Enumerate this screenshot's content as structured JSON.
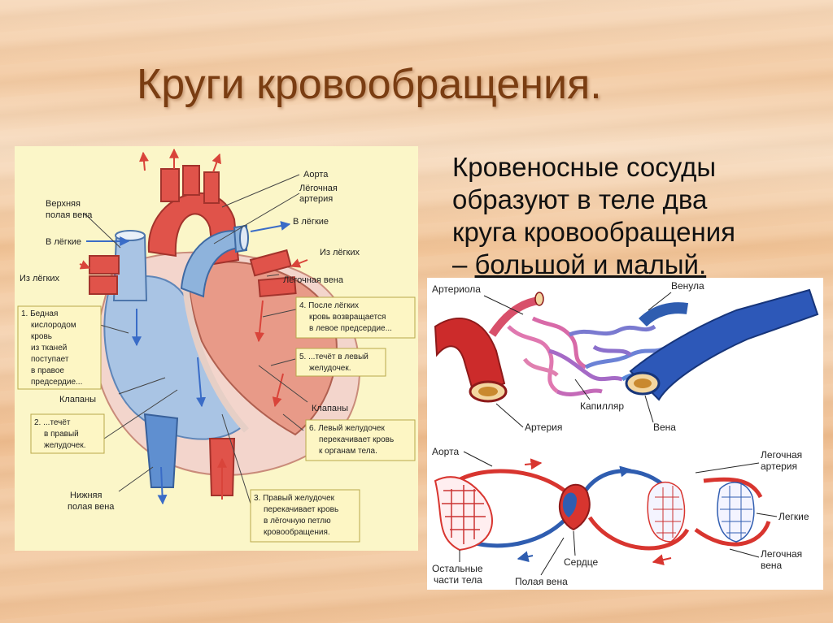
{
  "title": "Круги кровообращения.",
  "text": {
    "line1": "Кровеносные сосуды",
    "line2": "образуют в теле два",
    "line3": "круга кровообращения",
    "dash": "– ",
    "highlight": "большой и малый."
  },
  "heart": {
    "aorta": "Аорта",
    "pulm_artery_1": "Лёгочная",
    "pulm_artery_2": "артерия",
    "to_lungs_right": "В лёгкие",
    "from_lungs_right": "Из лёгких",
    "pulm_vein": "Лёгочная вена",
    "sup_vena_1": "Верхняя",
    "sup_vena_2": "полая вена",
    "to_lungs_left": "В лёгкие",
    "from_lungs_left": "Из лёгких",
    "valves_left": "Клапаны",
    "valves_right": "Клапаны",
    "inf_vena_1": "Нижняя",
    "inf_vena_2": "полая вена",
    "box1": [
      "1. Бедная",
      "кислородом",
      "кровь",
      "из тканей",
      "поступает",
      "в правое",
      "предсердие..."
    ],
    "box2": [
      "2. ...течёт",
      "в правый",
      "желудочек."
    ],
    "box3": [
      "3. Правый желудочек",
      "перекачивает кровь",
      "в лёгочную петлю",
      "кровообращения."
    ],
    "box4": [
      "4. После лёгких",
      "кровь возвращается",
      "в левое предсердие..."
    ],
    "box5": [
      "5. ...течёт в левый",
      "желудочек."
    ],
    "box6": [
      "6. Левый желудочек",
      "перекачивает кровь",
      "к органам тела."
    ]
  },
  "vessels": {
    "arteriole": "Артериола",
    "venule": "Венула",
    "capillary": "Капилляр",
    "artery": "Артерия",
    "vein": "Вена",
    "aorta": "Аорта",
    "pulm_artery_1": "Легочная",
    "pulm_artery_2": "артерия",
    "lungs": "Легкие",
    "other_1": "Остальные",
    "other_2": "части тела",
    "heart": "Сердце",
    "vena_cava": "Полая вена",
    "pulm_vein_1": "Легочная",
    "pulm_vein_2": "вена"
  },
  "colors": {
    "title": "#7a3d12",
    "arterial": "#d8352f",
    "venous": "#2f5db0",
    "label_box": "#fdf6c4"
  }
}
